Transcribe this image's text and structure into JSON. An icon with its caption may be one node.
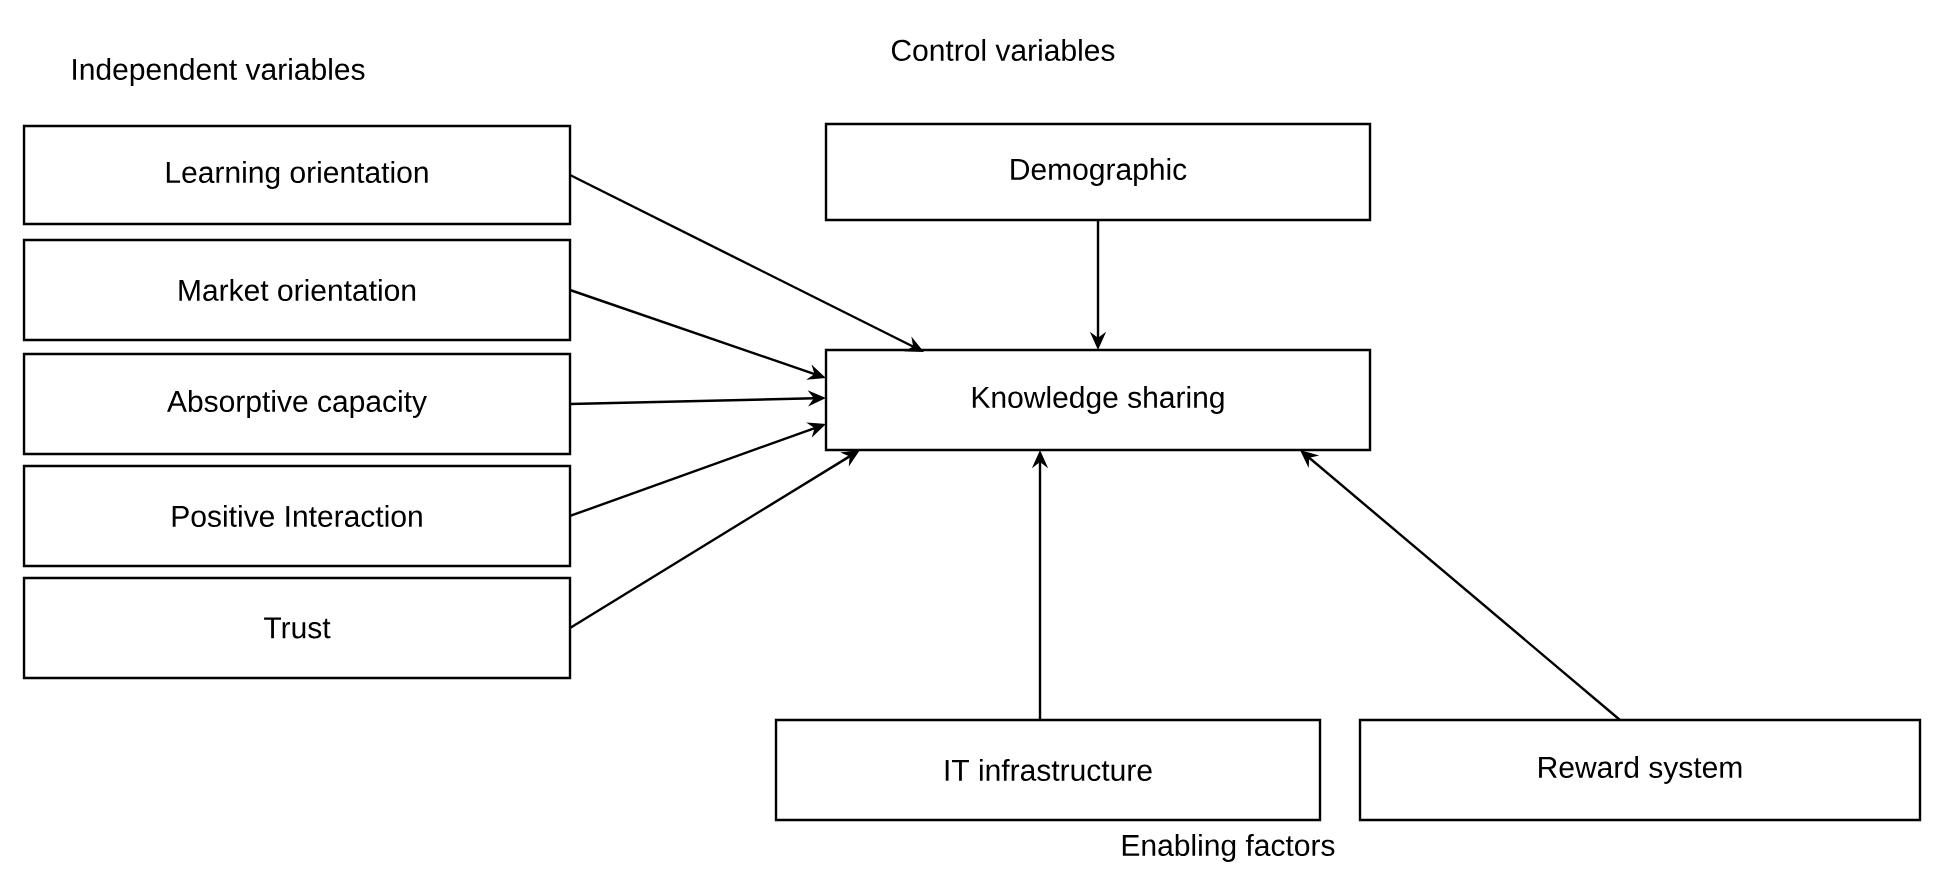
{
  "diagram": {
    "nodes": [
      {
        "text": [
          "Learning orientation"
        ]
      },
      {
        "text": [
          "Market orientation"
        ]
      },
      {
        "text": [
          "Absorptive capacity"
        ]
      },
      {
        "text": [
          "Positive Interaction"
        ]
      },
      {
        "text": [
          "Trust"
        ]
      },
      {
        "text": [
          "Demographic"
        ]
      },
      {
        "text": [
          "Knowledge sharing"
        ]
      },
      {
        "text": [
          "IT infrastructure"
        ]
      },
      {
        "text": [
          "Reward system"
        ]
      }
    ],
    "edges": [
      {
        "from": 0,
        "to": 6,
        "arrow": "to"
      },
      {
        "from": 1,
        "to": 6,
        "arrow": "to"
      },
      {
        "from": 2,
        "to": 6,
        "arrow": "to"
      },
      {
        "from": 3,
        "to": 6,
        "arrow": "to"
      },
      {
        "from": 4,
        "to": 6,
        "arrow": "to"
      },
      {
        "from": 5,
        "to": 6,
        "arrow": "to"
      },
      {
        "from": 7,
        "to": 6,
        "arrow": "to"
      },
      {
        "from": 8,
        "to": 6,
        "arrow": "to"
      }
    ],
    "labels": [
      "Independent variables",
      "Control variables",
      "Enabling factors"
    ]
  }
}
